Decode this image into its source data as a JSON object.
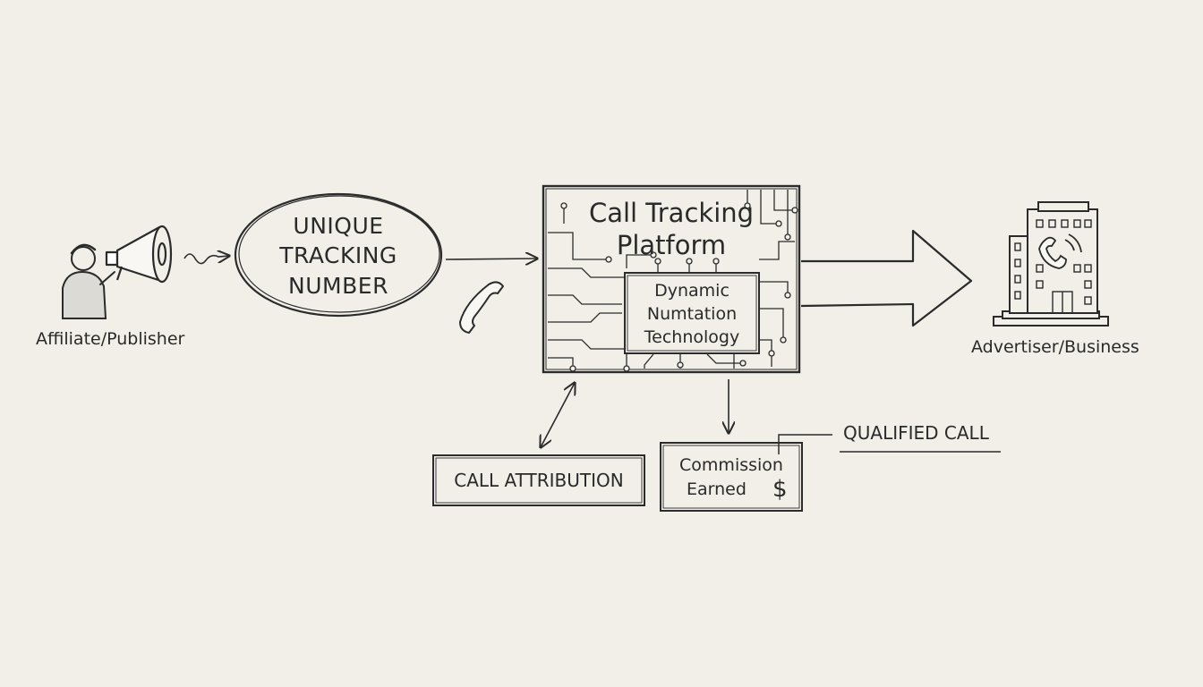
{
  "colors": {
    "paper": "#f1efe8",
    "ink": "#2b2b2b",
    "shade": "#8a8a8a"
  },
  "icons": [
    "megaphone-icon",
    "person-icon",
    "squiggle-arrow-icon",
    "phone-handset-icon",
    "circuit-icon",
    "building-icon",
    "phone-ringing-icon",
    "dollar-icon"
  ],
  "nodes": {
    "affiliate": {
      "label": "Affiliate/Publisher"
    },
    "tracking_number": {
      "line1": "UNIQUE",
      "line2": "TRACKING",
      "line3": "NUMBER"
    },
    "platform": {
      "title_line1": "Call Tracking",
      "title_line2": "Platform"
    },
    "dni": {
      "line1": "Dynamic",
      "line2": "Numtation",
      "line3": "Technology"
    },
    "advertiser": {
      "label": "Advertiser/Business"
    },
    "attribution": {
      "label": "CALL ATTRIBUTION"
    },
    "commission": {
      "line1": "Commission",
      "line2": "Earned",
      "symbol": "$"
    },
    "qualified": {
      "label": "QUALIFIED CALL"
    }
  }
}
